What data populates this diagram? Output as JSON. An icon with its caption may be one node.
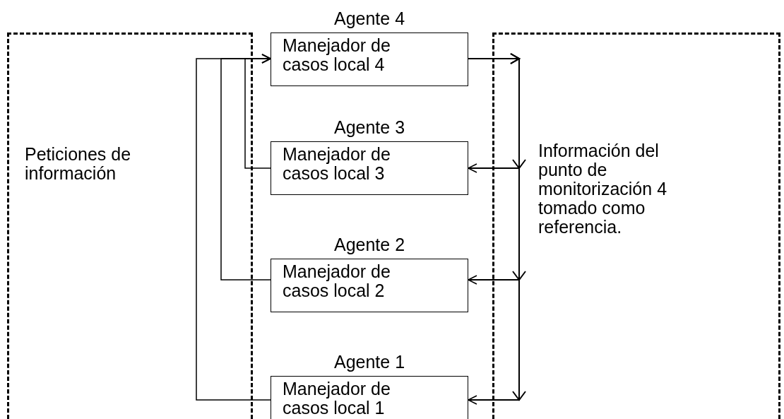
{
  "diagram": {
    "nodes": [
      {
        "text": [
          "Peticiones de información"
        ]
      },
      {
        "text": [
          "Información del punto de monitorización 4 tomado como referencia."
        ]
      },
      {
        "text": [
          "Agente 4",
          "Manejador de casos local 4"
        ]
      },
      {
        "text": [
          "Agente 3",
          "Manejador de casos local 3"
        ]
      },
      {
        "text": [
          "Agente 2",
          "Manejador de casos local 2"
        ]
      },
      {
        "text": [
          "Agente 1",
          "Manejador de casos local 1"
        ]
      }
    ],
    "edges": [
      {
        "from": 3,
        "to": 2,
        "arrow": "to"
      },
      {
        "from": 4,
        "to": 2,
        "arrow": "to"
      },
      {
        "from": 5,
        "to": 2,
        "arrow": "to"
      },
      {
        "from": 2,
        "to": 3,
        "arrow": "to"
      },
      {
        "from": 2,
        "to": 4,
        "arrow": "to"
      },
      {
        "from": 2,
        "to": 5,
        "arrow": "to"
      }
    ]
  }
}
